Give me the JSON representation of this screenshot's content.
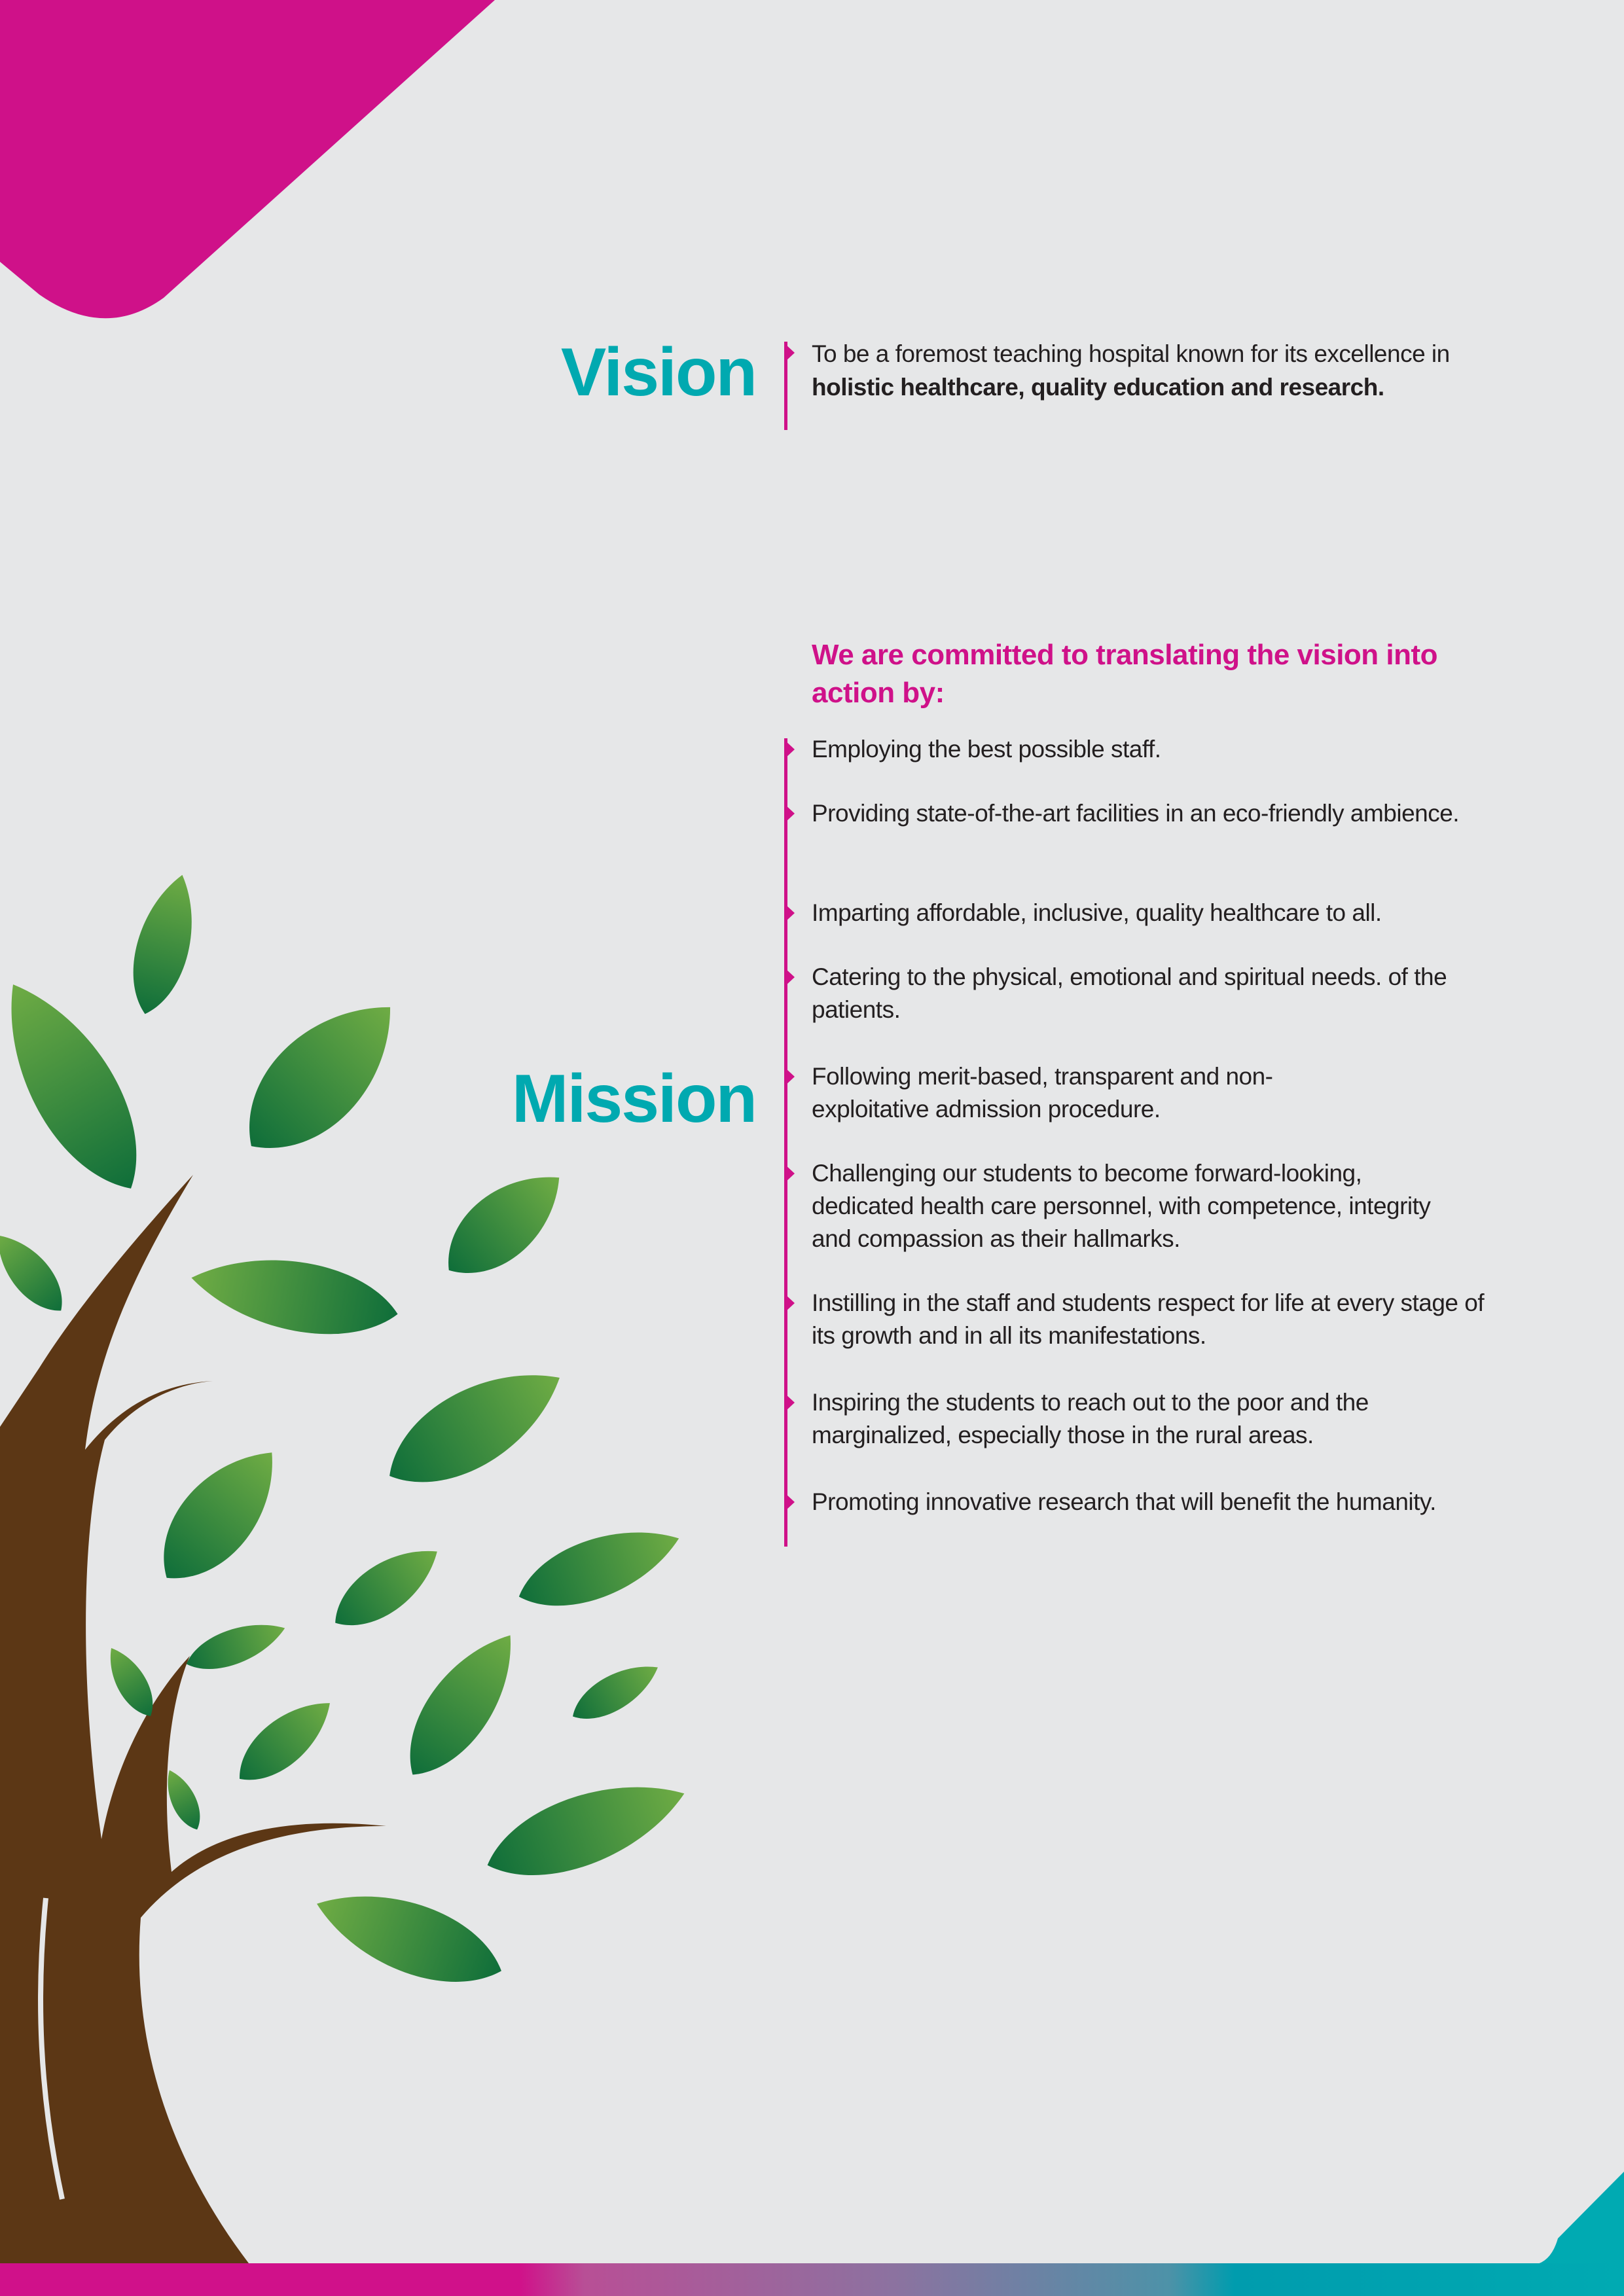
{
  "vision": {
    "title": "Vision",
    "text_regular": "To be a foremost teaching hospital known for its excellence in ",
    "text_bold": "holistic healthcare, quality education and research."
  },
  "mission": {
    "title": "Mission",
    "intro": "We are committed to translating the vision into action by:",
    "items": [
      "Employing the best possible staff.",
      "Providing state-of-the-art facilities in an eco-friendly ambience.",
      "Imparting affordable, inclusive, quality healthcare to all.",
      "Catering to the physical, emotional and spiritual needs. of the patients.",
      "Following merit-based, transparent and non-exploitative admission procedure.",
      "Challenging our students to become forward-looking, dedicated health care personnel, with competence, integrity and compassion as their hallmarks.",
      "Instilling in the staff and students respect for life at every stage of its growth and in all its manifestations.",
      "Inspiring the students to reach out to the poor and the marginalized, especially those in the rural areas.",
      "Promoting innovative research that will benefit the humanity."
    ]
  },
  "colors": {
    "magenta": "#cf1189",
    "teal": "#00a9b0",
    "trunk": "#5c3715",
    "background": "#e6e7e8"
  }
}
